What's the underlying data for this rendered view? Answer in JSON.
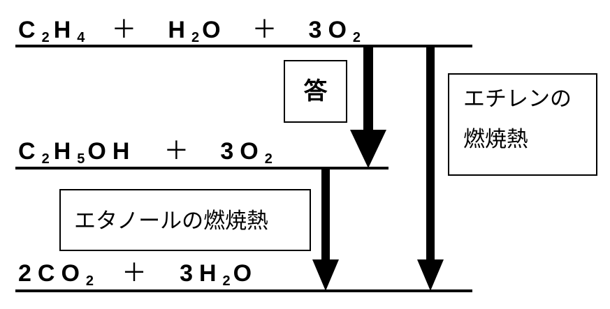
{
  "levels": {
    "top": {
      "parts": [
        {
          "kind": "species",
          "main": "C",
          "sub": "2"
        },
        {
          "kind": "species",
          "main": "H",
          "sub": "4"
        },
        {
          "kind": "plus",
          "main": "＋"
        },
        {
          "kind": "species",
          "main": "H",
          "sub": "2"
        },
        {
          "kind": "species",
          "main": "O",
          "sub": ""
        },
        {
          "kind": "plus",
          "main": "＋"
        },
        {
          "kind": "species",
          "main": "3O",
          "sub": "2"
        }
      ]
    },
    "middle": {
      "parts": [
        {
          "kind": "species",
          "main": "C",
          "sub": "2"
        },
        {
          "kind": "species",
          "main": "H",
          "sub": "5"
        },
        {
          "kind": "species",
          "main": "OH",
          "sub": ""
        },
        {
          "kind": "plus",
          "main": "＋"
        },
        {
          "kind": "species",
          "main": "3O",
          "sub": "2"
        }
      ]
    },
    "bottom": {
      "parts": [
        {
          "kind": "species",
          "main": "2CO",
          "sub": "2"
        },
        {
          "kind": "plus",
          "main": "＋"
        },
        {
          "kind": "species",
          "main": "3H",
          "sub": "2"
        },
        {
          "kind": "species",
          "main": "O",
          "sub": ""
        }
      ]
    }
  },
  "labels": {
    "answer": "答",
    "ethylene_line1": "エチレンの",
    "ethylene_line2": "燃焼熱",
    "ethanol": "エタノールの燃焼熱"
  },
  "colors": {
    "ink": "#000000",
    "background": "#ffffff"
  }
}
